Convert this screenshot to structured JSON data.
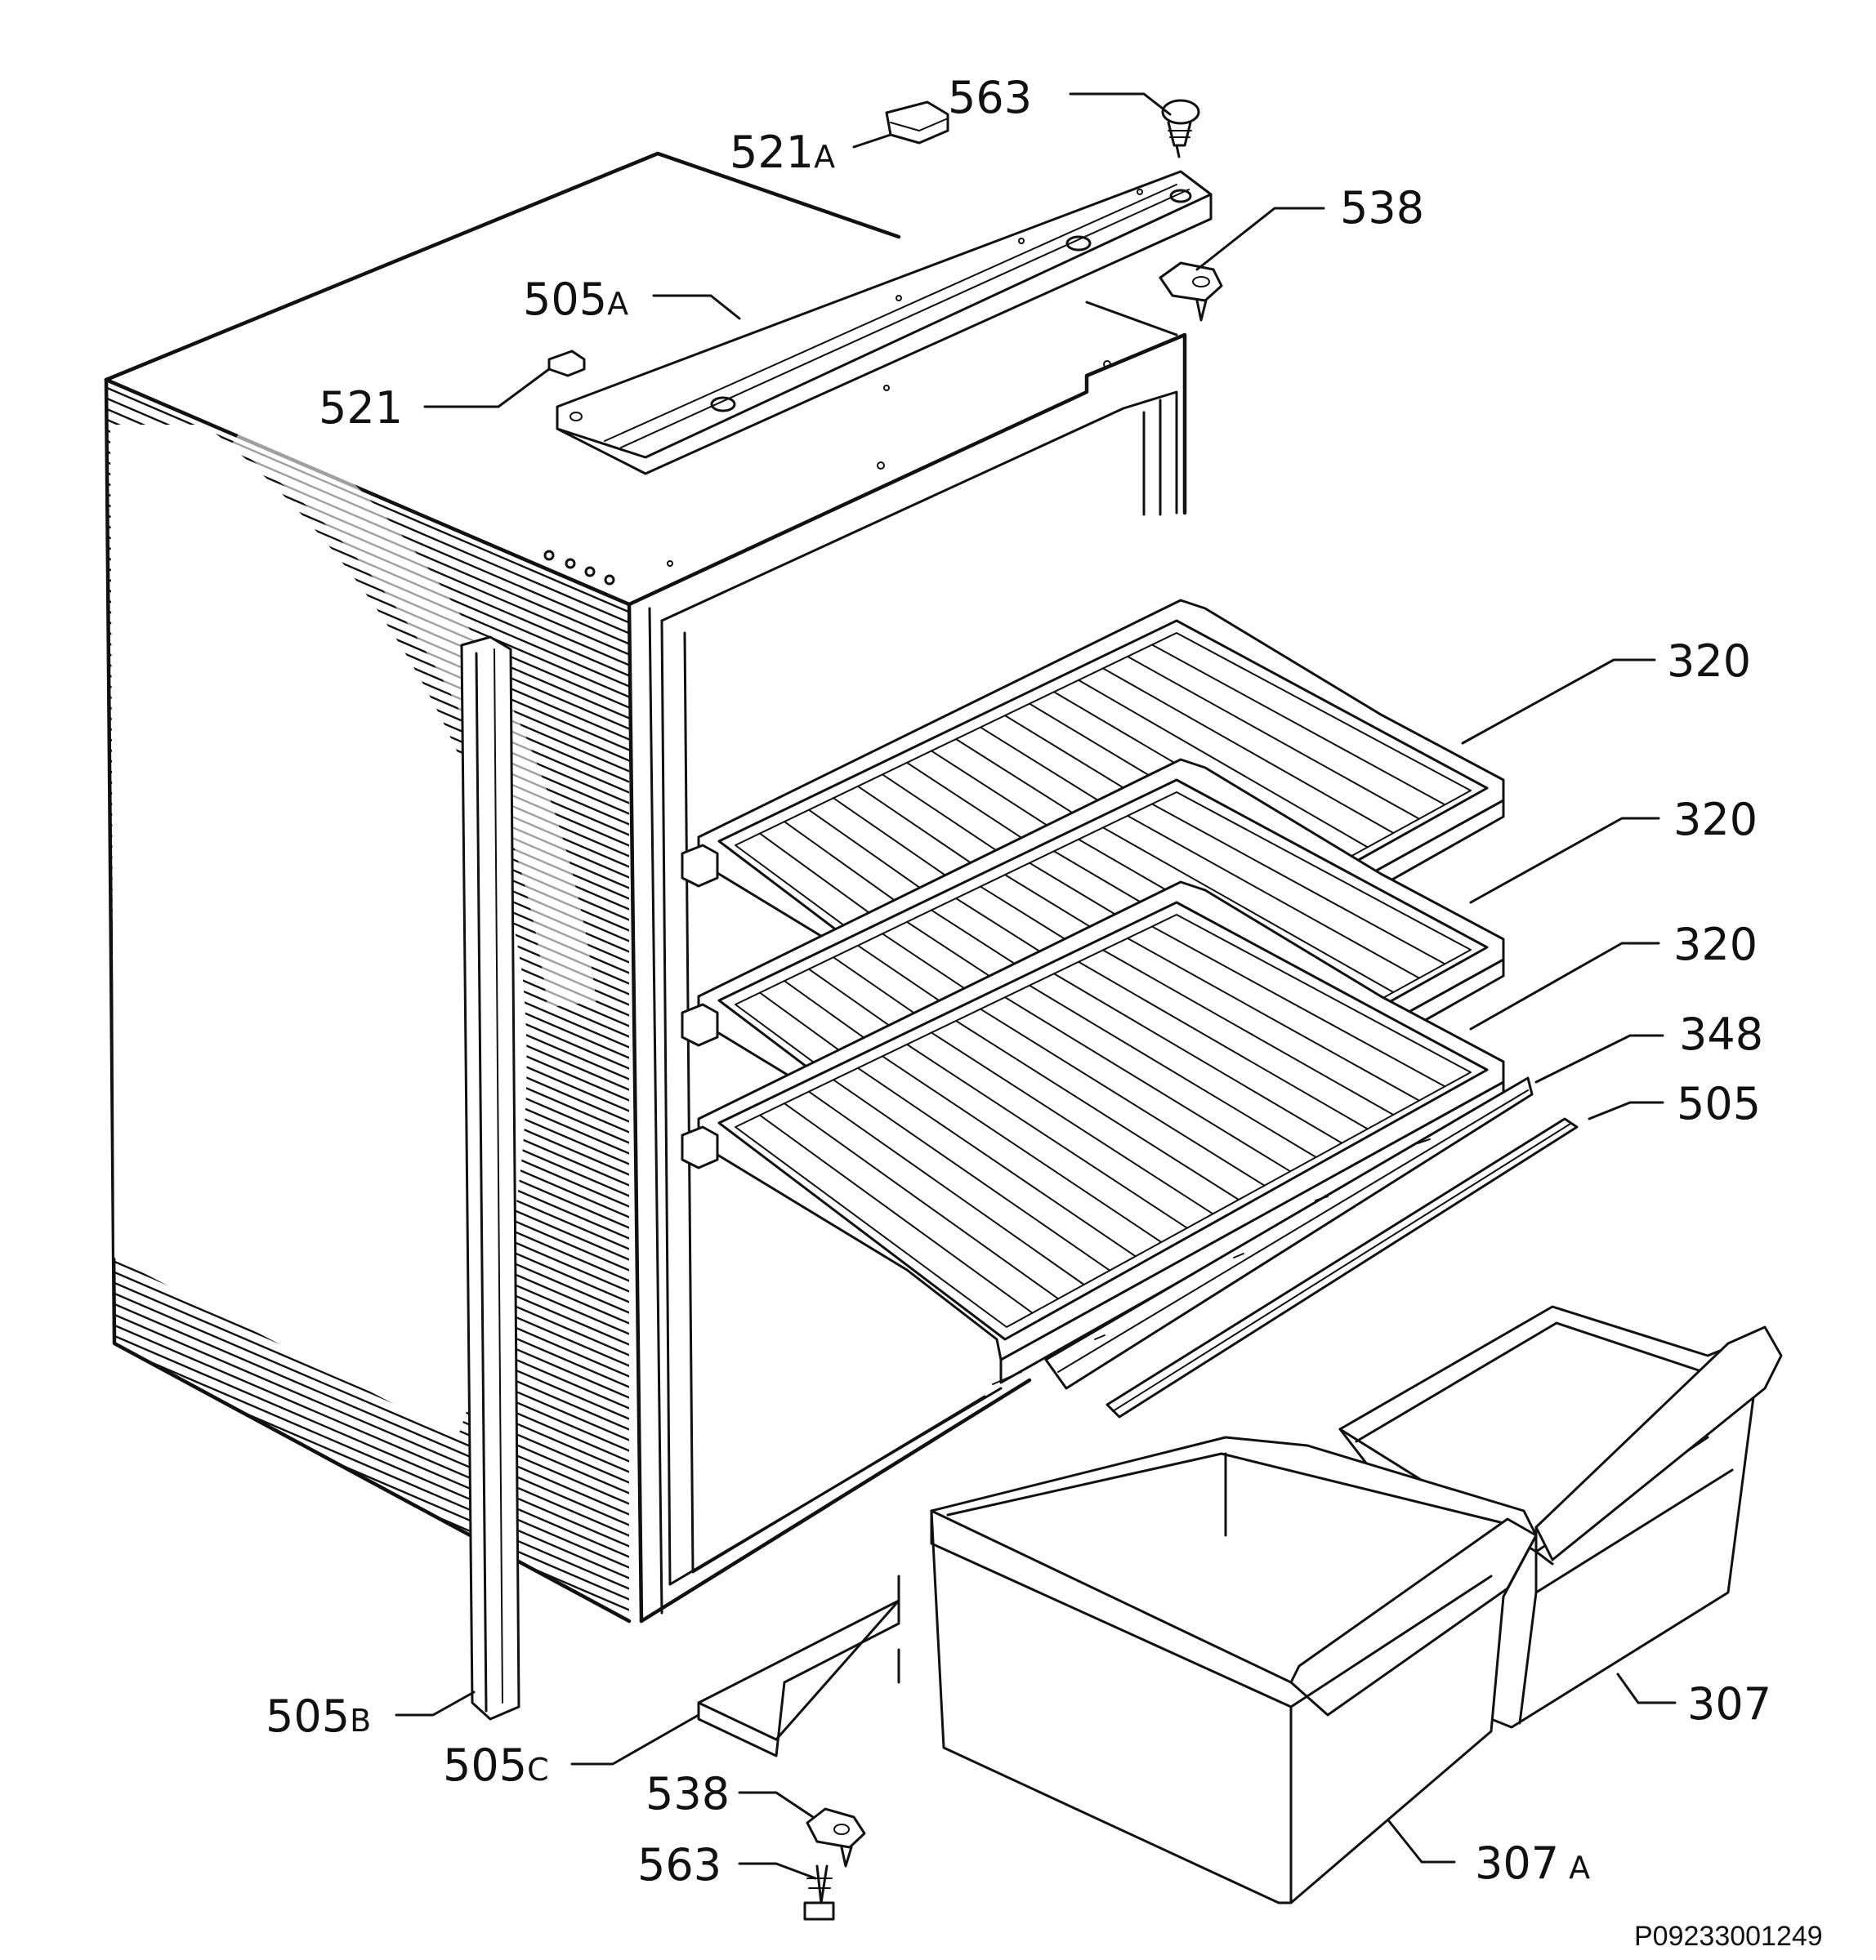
{
  "labels": {
    "p563_top": "563",
    "p521A": "521",
    "p521A_suffix": "A",
    "p538_top": "538",
    "p505A": "505",
    "p505A_suffix": "A",
    "p521": "521",
    "p320_1": "320",
    "p320_2": "320",
    "p320_3": "320",
    "p348": "348",
    "p505": "505",
    "p307": "307",
    "p505B": "505",
    "p505B_suffix": "B",
    "p505C": "505",
    "p505C_suffix": "C",
    "p538_bottom": "538",
    "p563_bottom": "563",
    "p307A": "307",
    "p307A_suffix": "A"
  },
  "drawing_code": "P09233001249",
  "colors": {
    "ink": "#111111",
    "paper": "#ffffff"
  }
}
